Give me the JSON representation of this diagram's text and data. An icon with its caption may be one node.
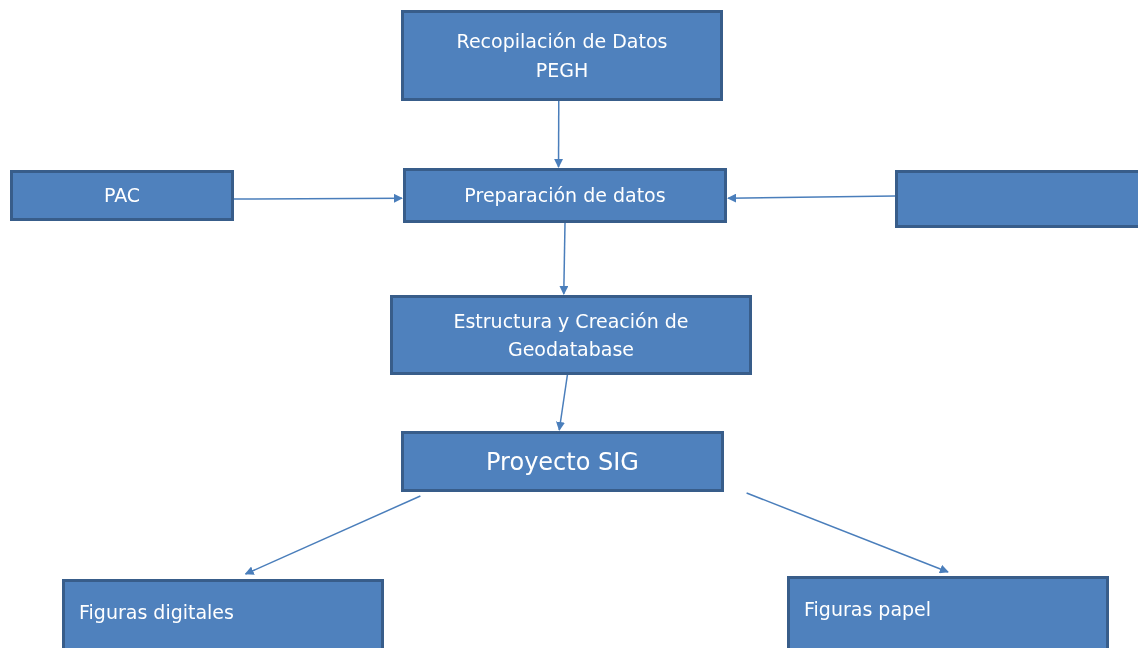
{
  "diagram": {
    "nodes": [
      {
        "text": [
          "Recopilación de Datos PEGH"
        ]
      },
      {
        "text": [
          "PAC"
        ]
      },
      {
        "text": [
          "Preparación de datos"
        ]
      },
      {
        "text": [],
        "shape": "box"
      },
      {
        "text": [
          "Estructura y Creación de Geodatabase"
        ]
      },
      {
        "text": [
          "Proyecto SIG"
        ]
      },
      {
        "text": [
          "Figuras digitales"
        ]
      },
      {
        "text": [
          "Figuras papel"
        ]
      }
    ],
    "edges": [
      {
        "from": 0,
        "to": 2,
        "arrow": "to"
      },
      {
        "from": 1,
        "to": 2,
        "arrow": "to"
      },
      {
        "from": 3,
        "to": 2,
        "arrow": "to"
      },
      {
        "from": 2,
        "to": 4,
        "arrow": "to"
      },
      {
        "from": 4,
        "to": 5,
        "arrow": "to"
      },
      {
        "from": 5,
        "to": 6,
        "arrow": "to"
      },
      {
        "from": 5,
        "to": 7,
        "arrow": "to"
      }
    ]
  }
}
